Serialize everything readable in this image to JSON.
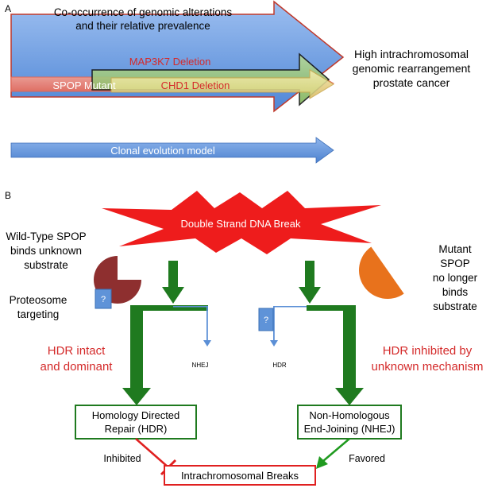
{
  "panel_a": {
    "label": "A",
    "top_arrow_text_line1": "Co-occurrence of genomic alterations",
    "top_arrow_text_line2": "and their relative prevalence",
    "map3k7": "MAP3K7 Deletion",
    "spop_mutant": "SPOP Mutant",
    "chd1": "CHD1 Deletion",
    "outcome_line1": "High intrachromosomal",
    "outcome_line2": "genomic rearrangement",
    "outcome_line3": "prostate cancer",
    "clonal": "Clonal evolution model"
  },
  "panel_b": {
    "label": "B",
    "dsb": "Double Strand DNA Break",
    "wt_line1": "Wild-Type SPOP",
    "wt_line2": "binds unknown",
    "wt_line3": "substrate",
    "proteosome_line1": "Proteosome",
    "proteosome_line2": "targeting",
    "question": "?",
    "mut_line1": "Mutant",
    "mut_line2": "SPOP",
    "mut_line3": "no longer",
    "mut_line4": "binds",
    "mut_line5": "substrate",
    "hdr_intact_line1": "HDR intact",
    "hdr_intact_line2": "and dominant",
    "hdr_inhib_line1": "HDR inhibited by",
    "hdr_inhib_line2": "unknown mechanism",
    "nhej_small": "NHEJ",
    "hdr_small": "HDR",
    "box_hdr_line1": "Homology Directed",
    "box_hdr_line2": "Repair (HDR)",
    "box_nhej_line1": "Non-Homologous",
    "box_nhej_line2": "End-Joining (NHEJ)",
    "inhibited": "Inhibited",
    "favored": "Favored",
    "breaks": "Intrachromosomal Breaks"
  },
  "colors": {
    "red_text": "#d42a2a",
    "green": "#1f7a1f",
    "blue_arrow": "#5b8fd6",
    "dsb_red": "#ee1c1c",
    "wt_brown": "#8e2f2f",
    "mut_orange": "#e8721c"
  }
}
